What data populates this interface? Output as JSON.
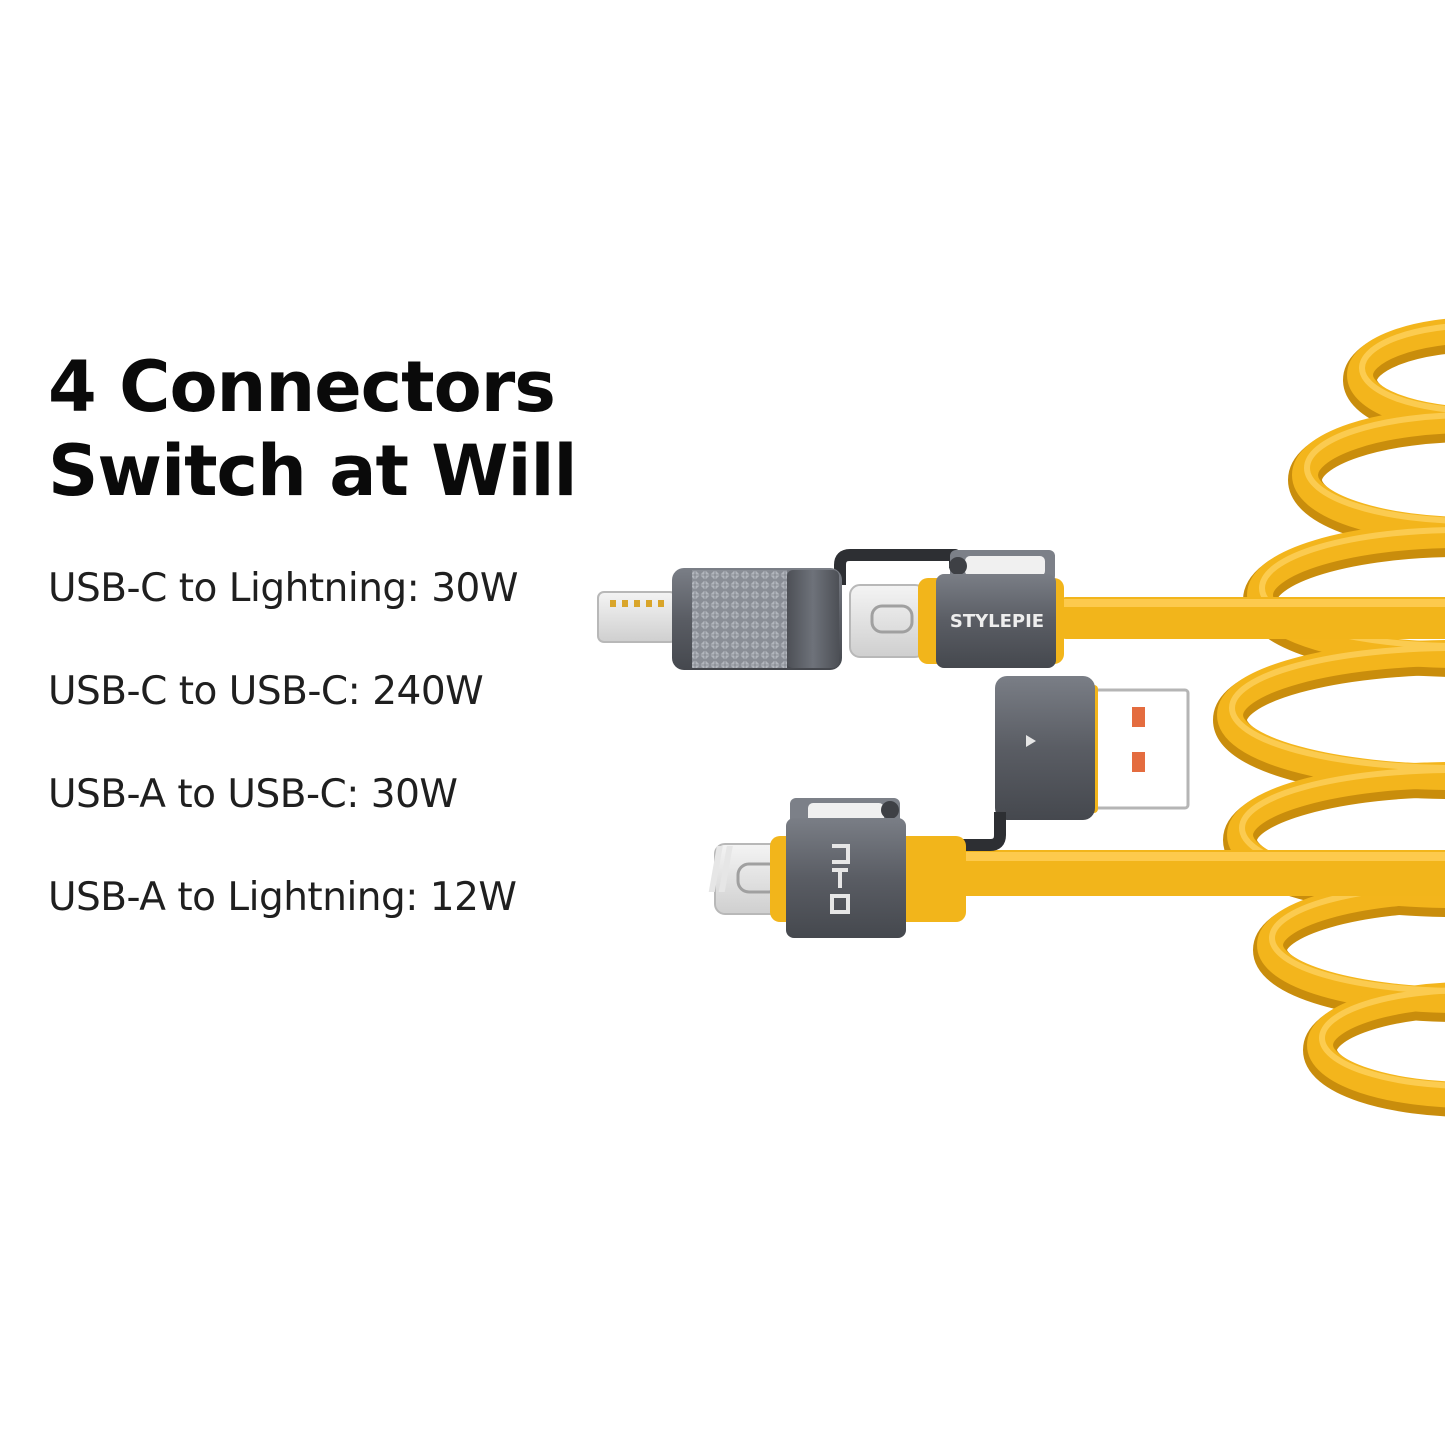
{
  "headline": {
    "line1": "4 Connectors",
    "line2": "Switch at Will"
  },
  "specs": [
    "USB-C to Lightning: 30W",
    "USB-C to USB-C: 240W",
    "USB-A to USB-C: 30W",
    "USB-A to Lightning: 12W"
  ],
  "product": {
    "brand_label": "STYLEPIE",
    "cable_color": "#F2B51B",
    "metal_color": "#5E6168",
    "accent_color": "#E46C3F"
  }
}
